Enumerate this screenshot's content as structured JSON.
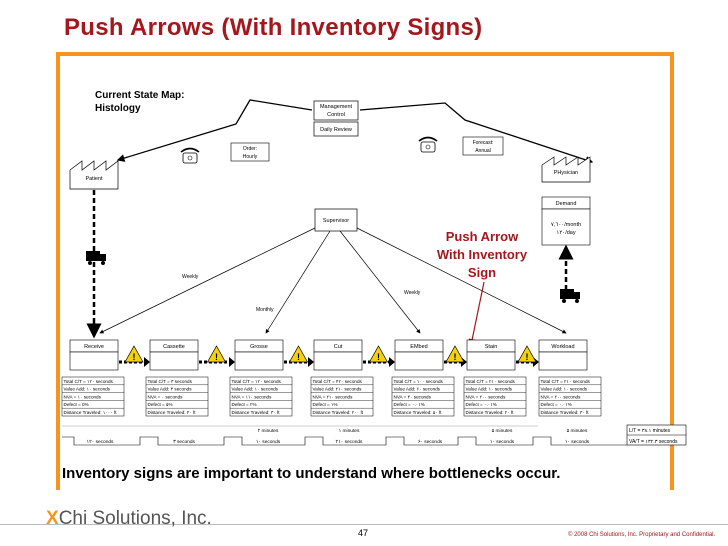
{
  "title": "Push Arrows (With Inventory Signs)",
  "map_title": "Current State Map:",
  "map_subtitle": "Histology",
  "entities": {
    "management": [
      "Management",
      "Control"
    ],
    "daily_review": "Daily Review",
    "order": [
      "Order:",
      "Hourly"
    ],
    "forecast": [
      "Forecast:",
      "Annual"
    ],
    "patient": "Patient",
    "physician": "PHysician",
    "supervisor": "Supervisor",
    "demand_title": "Demand",
    "demand_lines": [
      "٧,٦۰۰/month",
      "۱۲۰/day"
    ]
  },
  "flow_labels": {
    "weekly_left": "Weekly",
    "weekly_right": "Weekly",
    "monthly": "Monthly"
  },
  "callout": [
    "Push Arrow",
    "With Inventory",
    "Sign"
  ],
  "processes": [
    "Receive",
    "Cassette",
    "Grosse",
    "Cut",
    "EMbed",
    "Stain",
    "Workload"
  ],
  "data_boxes": [
    [
      "Total C/T = ۱۲۰ seconds",
      "Value Add: ۱۰ seconds",
      "NVA = ۱۰ seconds",
      "Defect = 0%",
      "Distance Traveled: ۱۰۰۰ ft"
    ],
    [
      "Total C/T = ۳ seconds",
      "Value Add: ۳ seconds",
      "NVA = ۰ seconds",
      "Defect = ۵%",
      "Distance Traveled: ۴۰ ft"
    ],
    [
      "Total C/T = ۱۲۰ seconds",
      "Value Add: ۱۰ seconds",
      "NVA = ۱۱۰ seconds",
      "Defect = ۲%",
      "Distance Traveled: ۳۰ ft"
    ],
    [
      "Total C/T = ۴۲۰ seconds",
      "Value Add: ۲۱۰ seconds",
      "NVA = ۲۱۰ seconds",
      "Defect = ۱%",
      "Distance Traveled: ۲۰۰ ft"
    ],
    [
      "Total C/T = ۱۰۰ seconds",
      "Value Add: ۶۰ seconds",
      "NVA = ۴۰ seconds",
      "Defect = ۰.۰۱%",
      "Distance Traveled: ۵۰ ft"
    ],
    [
      "Total C/T = ۲۱۰ seconds",
      "Value Add: ۱۰ seconds",
      "NVA = ۲۰۰ seconds",
      "Defect = ۰.۰۱%",
      "Distance Traveled: ۲۰ ft"
    ],
    [
      "Total C/T = ۲۱۰ seconds",
      "Value Add: ۱۰ seconds",
      "NVA = ۲۰۰ seconds",
      "Defect = ۰.۰۱%",
      "Distance Traveled: ۳۰ ft"
    ]
  ],
  "timeline_wait": [
    "",
    "",
    "۲ minutes",
    "۱ minutes",
    "",
    "۵ minutes",
    "۵ minutes"
  ],
  "timeline_va": [
    "۱۲۰ seconds",
    "۳ seconds",
    "۱۰ seconds",
    "۲۱۰ seconds",
    "۶۰ seconds",
    "۱۰ seconds",
    "۱۰ seconds"
  ],
  "summary": {
    "lt": "L/T = ۳۸.۱ minutes",
    "vat": "VA/T = ۱۳۲.۳ seconds"
  },
  "bottom_note": "Inventory signs are important to understand where bottlenecks occur.",
  "footer": {
    "logo_x": "X",
    "logo_text": "Chi Solutions, Inc.",
    "page": "47",
    "copyright": "© 2008 Chi Solutions, Inc. Proprietary and Confidential."
  },
  "colors": {
    "title": "#A3181D",
    "panel": "#F6941F",
    "callout": "#A3181D",
    "warning": "#F5D10B"
  }
}
